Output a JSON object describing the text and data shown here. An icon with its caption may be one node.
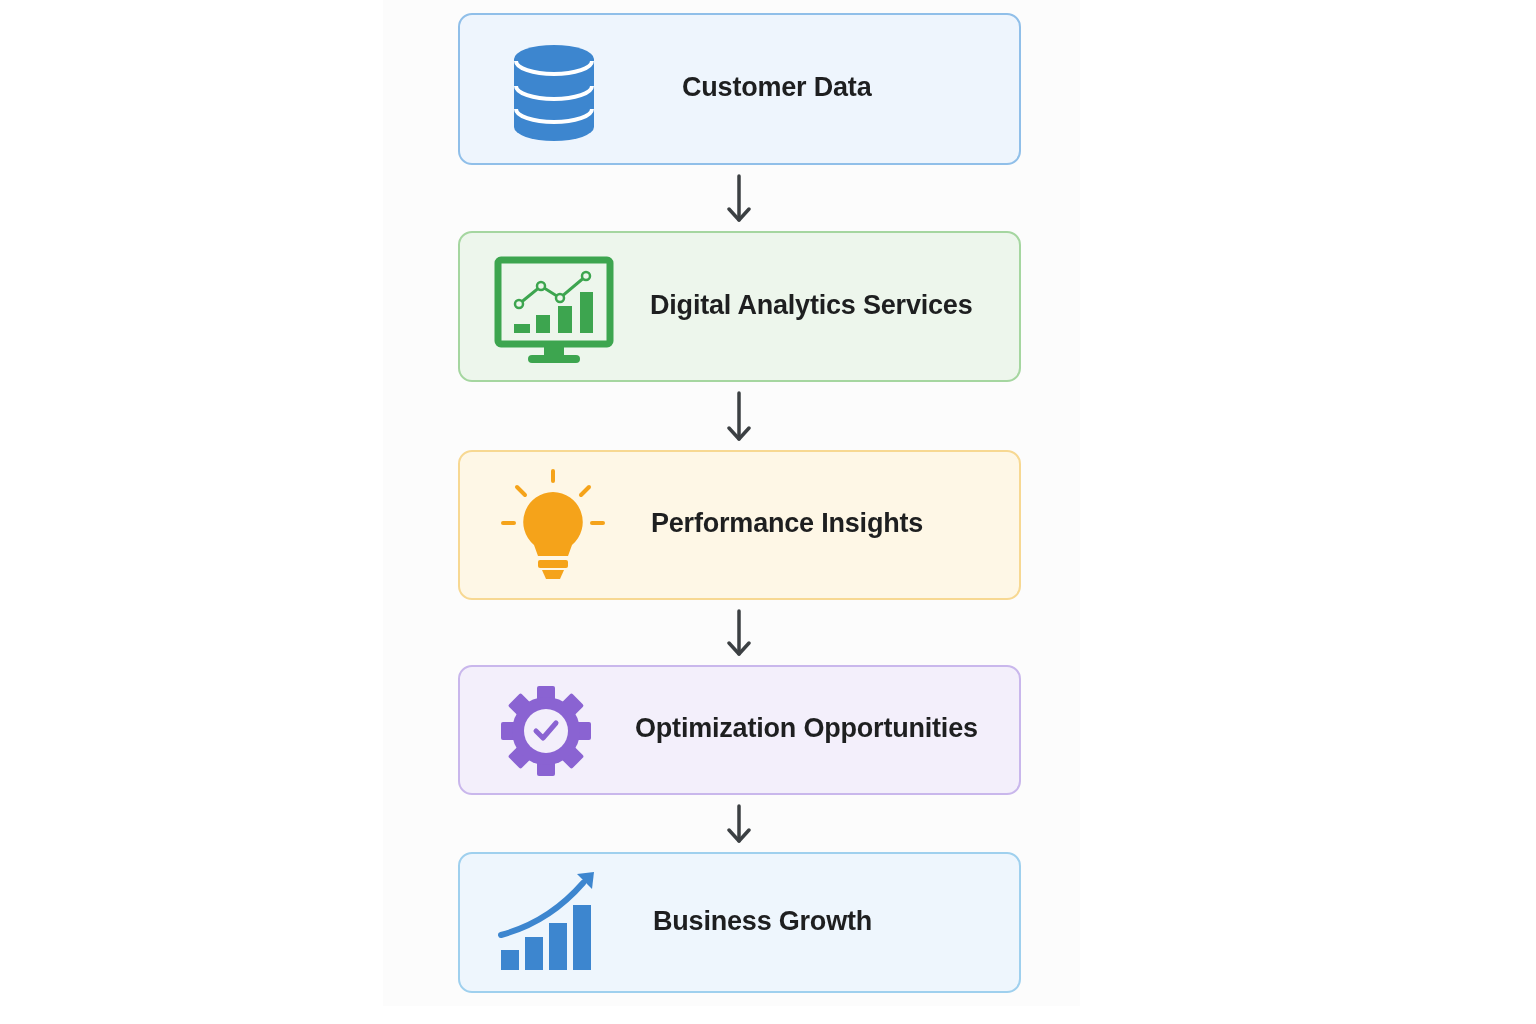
{
  "diagram": {
    "nodes": [
      {
        "text": [
          "Customer Data"
        ]
      },
      {
        "text": [
          "Digital Analytics Services"
        ]
      },
      {
        "text": [
          "Performance Insights"
        ]
      },
      {
        "text": [
          "Optimization Opportunities"
        ]
      },
      {
        "text": [
          "Business Growth"
        ]
      }
    ],
    "edges": [
      {
        "from": 0,
        "to": 1,
        "arrow": "to"
      },
      {
        "from": 1,
        "to": 2,
        "arrow": "to"
      },
      {
        "from": 2,
        "to": 3,
        "arrow": "to"
      },
      {
        "from": 3,
        "to": 4,
        "arrow": "to"
      }
    ]
  }
}
